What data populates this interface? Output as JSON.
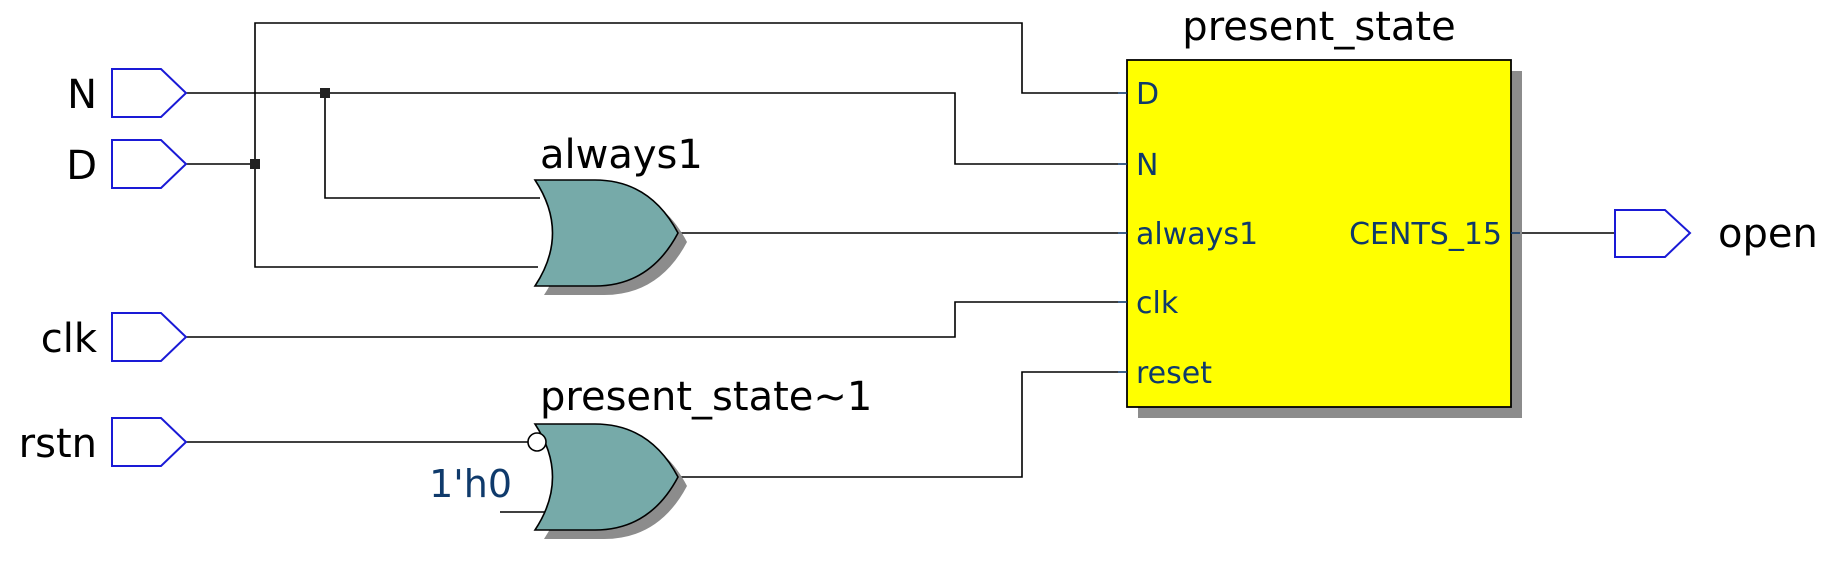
{
  "input_ports": [
    {
      "id": "N",
      "label": "N"
    },
    {
      "id": "D",
      "label": "D"
    },
    {
      "id": "clk",
      "label": "clk"
    },
    {
      "id": "rstn",
      "label": "rstn"
    }
  ],
  "output_ports": [
    {
      "id": "open",
      "label": "open"
    }
  ],
  "gates": [
    {
      "id": "always1",
      "label": "always1",
      "type": "or"
    },
    {
      "id": "present_state_1",
      "label": "present_state~1",
      "type": "or",
      "inverted_input": "rstn",
      "constant": "1'h0"
    }
  ],
  "block": {
    "title": "present_state",
    "inputs": [
      "D",
      "N",
      "always1",
      "clk",
      "reset"
    ],
    "output": "CENTS_15",
    "color": "#ffff00"
  },
  "colors": {
    "gate_fill": "#76aaa9",
    "port_stroke": "#1a1ad6",
    "pin_text": "#0f3a6b"
  }
}
